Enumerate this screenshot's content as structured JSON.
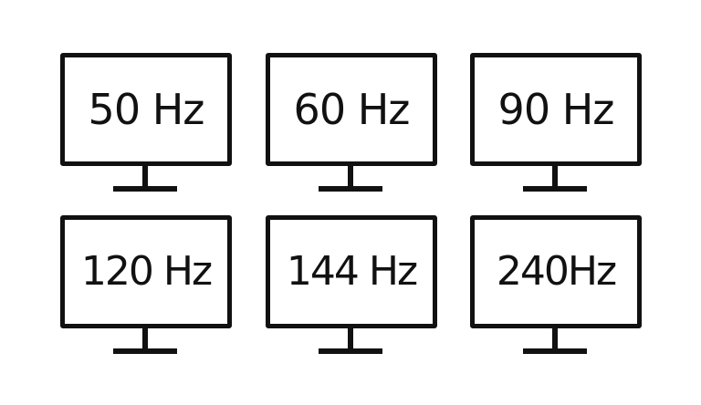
{
  "monitors": [
    {
      "label": "50 Hz"
    },
    {
      "label": "60 Hz"
    },
    {
      "label": "90 Hz"
    },
    {
      "label": "120 Hz"
    },
    {
      "label": "144 Hz"
    },
    {
      "label": "240Hz"
    }
  ],
  "colors": {
    "stroke": "#111111",
    "background": "#ffffff"
  }
}
